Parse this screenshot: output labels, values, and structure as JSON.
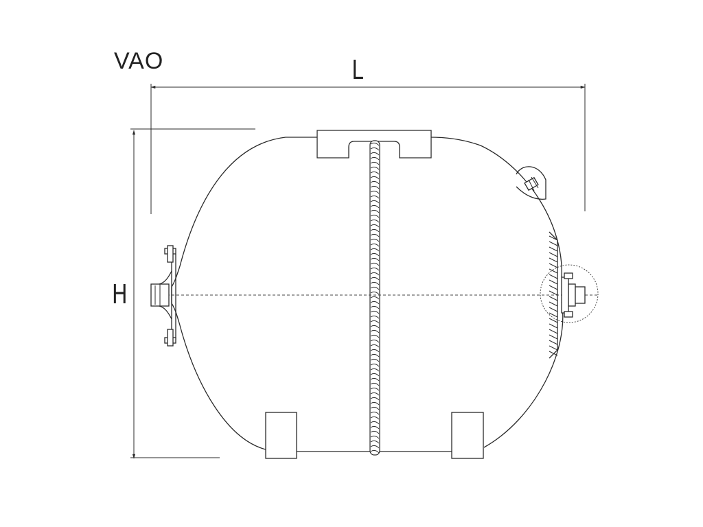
{
  "diagram": {
    "model": "VAO",
    "length_label": "L",
    "height_label": "H"
  }
}
